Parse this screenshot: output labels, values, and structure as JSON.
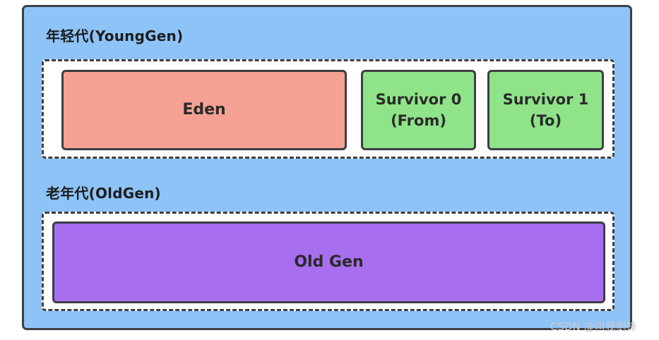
{
  "diagram": {
    "young_gen": {
      "label": "年轻代(YoungGen)",
      "eden": {
        "label": "Eden"
      },
      "survivor0": {
        "line1": "Survivor 0",
        "line2": "(From)"
      },
      "survivor1": {
        "line1": "Survivor 1",
        "line2": "(To)"
      }
    },
    "old_gen": {
      "label": "老年代(OldGen)",
      "region": {
        "label": "Old Gen"
      }
    }
  },
  "watermark": "CSDN @叫我剑锋",
  "colors": {
    "heap_background": "#8ec3f7",
    "eden": "#f5a193",
    "survivor": "#8fe48a",
    "old_gen": "#a86ef0",
    "border": "#3c3f44"
  }
}
